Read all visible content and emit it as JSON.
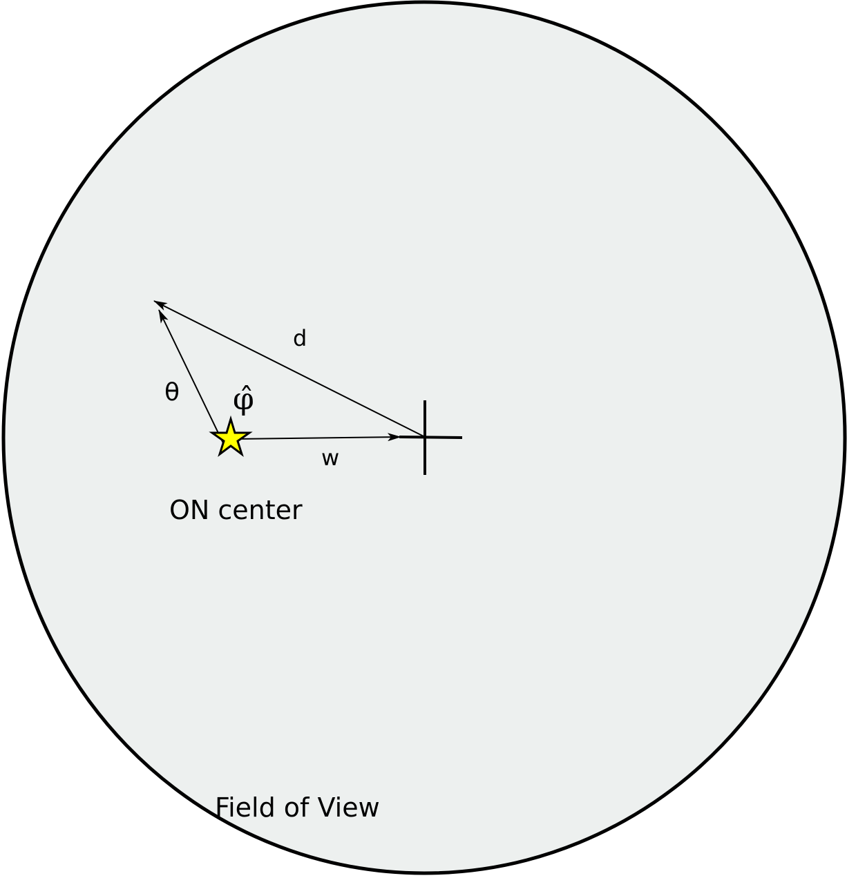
{
  "diagram": {
    "labels": {
      "d": "d",
      "theta": "θ",
      "phi_hat": "φ̂",
      "w": "w",
      "on_center": "ON center",
      "field_of_view": "Field of View"
    },
    "colors": {
      "field_fill": "#edf0ef",
      "outline": "#000000",
      "star_fill": "#ffff00"
    },
    "icons": {
      "source_marker": "star-icon",
      "pointing_marker": "crosshair-icon"
    }
  }
}
